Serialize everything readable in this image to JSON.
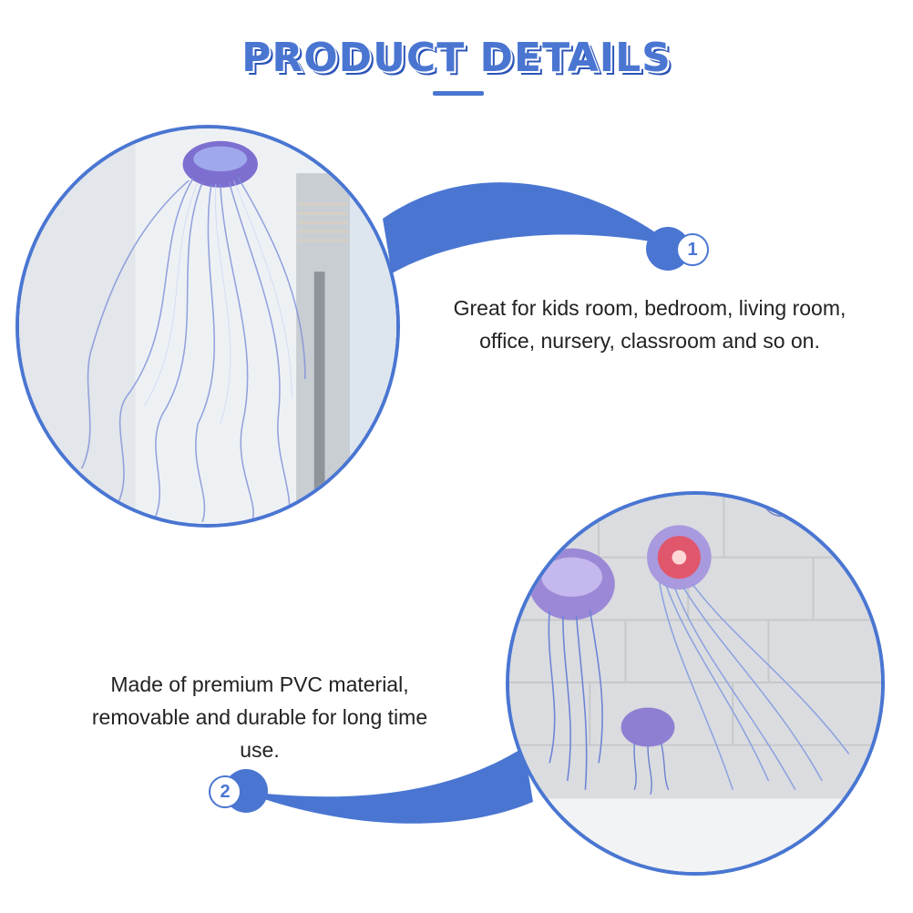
{
  "header": {
    "title": "PRODUCT DETAILS"
  },
  "features": [
    {
      "number": "1",
      "text": "Great for kids room, bedroom, living room, office, nursery, classroom and so on."
    },
    {
      "number": "2",
      "text": "Made of premium PVC material, removable and durable for long time use."
    }
  ],
  "colors": {
    "accent": "#4a76d2",
    "title_shadow": "#2c55b8",
    "text": "#222222"
  }
}
